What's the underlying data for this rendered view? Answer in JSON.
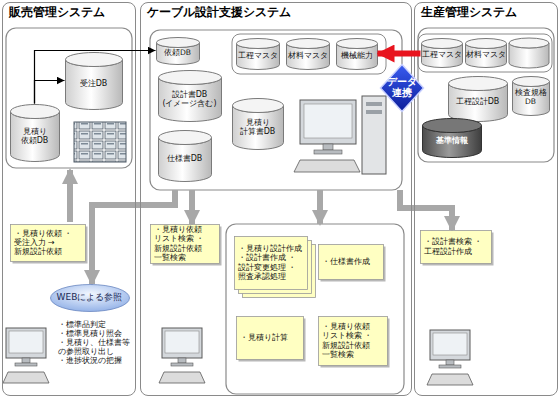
{
  "diagram": {
    "nodes": [
      {
        "text": [
          "販売管理システム"
        ]
      },
      {
        "text": [
          "受注DB"
        ],
        "in": 0
      },
      {
        "text": [
          "見積り 依頼DB"
        ],
        "in": 0
      },
      {
        "text": [
          "ケーブル設計支援システム"
        ]
      },
      {
        "text": [
          "依頼DB"
        ],
        "in": 3
      },
      {
        "text": [
          "工程マスタ"
        ],
        "in": 3
      },
      {
        "text": [
          "材料マスタ"
        ],
        "in": 3
      },
      {
        "text": [
          "機械能力"
        ],
        "in": 3
      },
      {
        "text": [
          "設計書DB (イメージ含む)"
        ],
        "in": 3
      },
      {
        "text": [
          "見積り 計算書DB"
        ],
        "in": 3
      },
      {
        "text": [
          "仕様書DB"
        ],
        "in": 3
      },
      {
        "text": [
          "生産管理システム"
        ]
      },
      {
        "text": [
          "工程マスタ"
        ],
        "in": 11
      },
      {
        "text": [
          "材料マスタ"
        ],
        "in": 11
      },
      {
        "text": [
          "工程設計DB"
        ],
        "in": 11
      },
      {
        "text": [
          "検査規格 DB"
        ],
        "in": 11
      },
      {
        "text": [
          "基準情報"
        ],
        "in": 11
      },
      {
        "text": [
          "データ 連携"
        ]
      },
      {
        "text": [
          "・見積り依頼 ・受注入力 →新規設計依頼"
        ],
        "in": 0
      },
      {
        "text": [
          "WEBによる参照"
        ],
        "in": 0
      },
      {
        "text": [
          "・見積り依頼 リスト検索 ・新規設計依頼 一覧検索"
        ],
        "in": 3
      },
      {
        "text": [
          "・見積り設計作成 ・設計書作成 ・設計変更処理 ・照査承認処理"
        ],
        "in": 3
      },
      {
        "text": [
          "・仕様書作成"
        ],
        "in": 3
      },
      {
        "text": [
          "・見積り計算"
        ],
        "in": 3
      },
      {
        "text": [
          "・見積り依頼 リスト検索 ・新規設計依頼 一覧検索"
        ],
        "in": 3
      },
      {
        "text": [
          "・設計書検索 ・工程設計作成"
        ],
        "in": 11
      }
    ],
    "edges": [
      {
        "from": 2,
        "to": 4,
        "arrow": "to"
      },
      {
        "from": 2,
        "to": 1,
        "arrow": "to"
      },
      {
        "from": 12,
        "to": 7,
        "arrow": "to"
      }
    ],
    "labels": [
      "・標準品判定",
      "・標準見積り照会",
      "・見積り、仕様書等 の参照取り出し",
      "・進捗状況の把握"
    ]
  }
}
